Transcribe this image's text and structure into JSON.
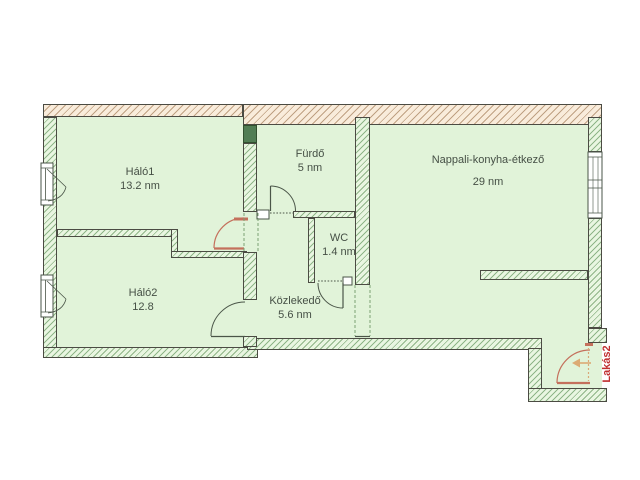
{
  "plan": {
    "type": "apartment-floor-plan",
    "rooms": [
      {
        "name": "Háló1",
        "area": "13.2 nm"
      },
      {
        "name": "Háló2",
        "area": "12.8"
      },
      {
        "name": "Fürdő",
        "area": "5 nm"
      },
      {
        "name": "WC",
        "area": "1.4 nm"
      },
      {
        "name": "Közlekedő",
        "area": "5.6 nm"
      },
      {
        "name": "Nappali-konyha-étkező",
        "area": "29 nm"
      }
    ],
    "apartment_label": "Lakás2",
    "colors": {
      "floor": "#e1f3d9",
      "wall_hatch_line": "#8fb588",
      "wall_outline": "#4b4b43",
      "exterior_strip_bg": "#f9ecdb",
      "exterior_strip_line": "#bfa183",
      "new_wall_fill": "#517d54",
      "modification_red": "#c4705c",
      "apartment_label_color": "#c03030",
      "entry_arrow": "#dcaa74",
      "text": "#454f45"
    }
  }
}
